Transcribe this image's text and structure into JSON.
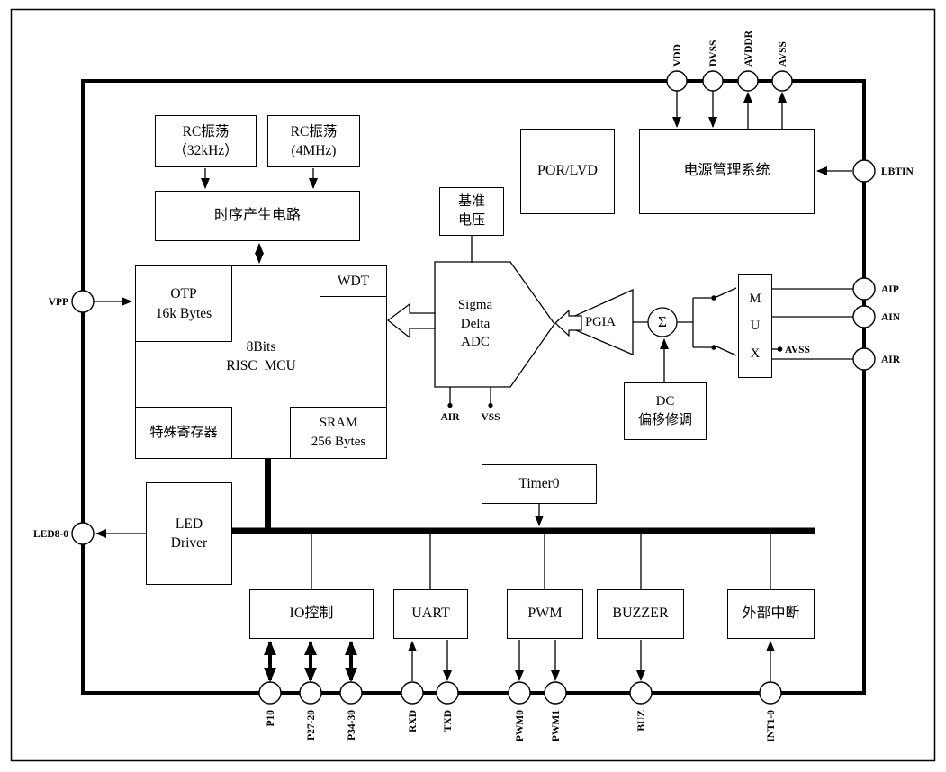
{
  "diagram": {
    "blocks": {
      "rc32k": {
        "line1": "RC振荡",
        "line2": "（32kHz）"
      },
      "rc4m": {
        "line1": "RC振荡",
        "line2": "(4MHz)"
      },
      "timing": {
        "label": "时序产生电路"
      },
      "otp": {
        "line1": "OTP",
        "line2": "16k Bytes"
      },
      "wdt": {
        "label": "WDT"
      },
      "mcu": {
        "line1": "8Bits",
        "line2": "RISC  MCU"
      },
      "sfr": {
        "label": "特殊寄存器"
      },
      "sram": {
        "line1": "SRAM",
        "line2": "256 Bytes"
      },
      "vref": {
        "line1": "基准",
        "line2": "电压"
      },
      "por": {
        "label": "POR/LVD"
      },
      "pms": {
        "label": "电源管理系统"
      },
      "adc": {
        "line1": "Sigma",
        "line2": "Delta",
        "line3": "ADC"
      },
      "pgia": {
        "label": "PGIA"
      },
      "summer": {
        "label": "Σ"
      },
      "dc_offset": {
        "line1": "DC",
        "line2": "偏移修调"
      },
      "mux": {
        "line1": "M",
        "line2": "U",
        "line3": "X"
      },
      "timer0": {
        "label": "Timer0"
      },
      "led_driver": {
        "line1": "LED",
        "line2": "Driver"
      },
      "io_ctrl": {
        "label": "IO控制"
      },
      "uart": {
        "label": "UART"
      },
      "pwm": {
        "label": "PWM"
      },
      "buzzer": {
        "label": "BUZZER"
      },
      "ext_int": {
        "label": "外部中断"
      }
    },
    "pins": {
      "vdd": "VDD",
      "dvss": "DVSS",
      "avddr": "AVDDR",
      "avss": "AVSS",
      "lbtin": "LBTIN",
      "aip": "AIP",
      "ain": "AIN",
      "air": "AIR",
      "vpp": "VPP",
      "led": "LED8-0",
      "p10": "P10",
      "p27_20": "P27-20",
      "p34_30": "P34-30",
      "rxd": "RXD",
      "txd": "TXD",
      "pwm0": "PWM0",
      "pwm1": "PWM1",
      "buz": "BUZ",
      "int1_0": "INT1-0"
    },
    "labels": {
      "adc_air": "AIR",
      "adc_vss": "VSS",
      "mux_avss": "AVSS"
    },
    "colors": {
      "line": "#000000",
      "background": "#ffffff"
    }
  }
}
